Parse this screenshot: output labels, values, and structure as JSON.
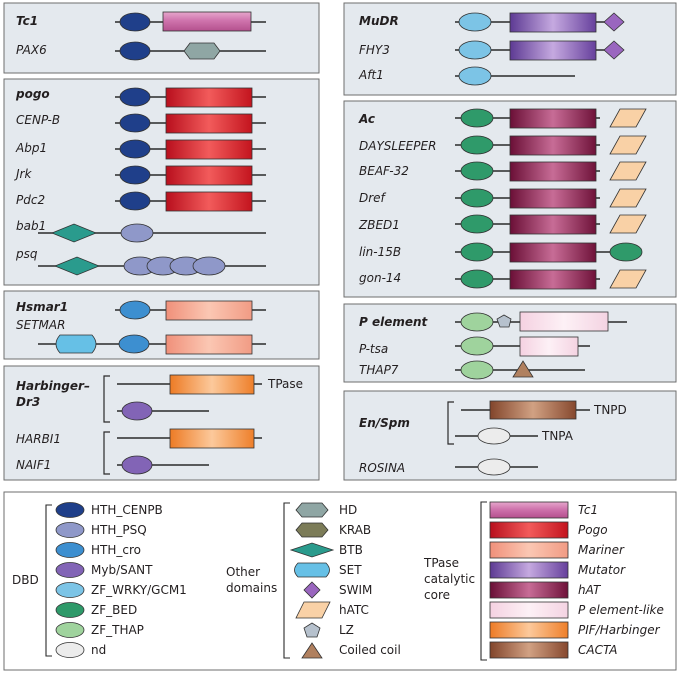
{
  "colors": {
    "panel_fill": "#e4e9ee",
    "panel_stroke": "#6e6e6e",
    "line": "#2a2a2a",
    "HTH_CENPB": "#1f3f8a",
    "HTH_PSQ": "#8f98c9",
    "HTH_cro": "#3d8fd0",
    "Myb_SANT": "#8264b6",
    "ZF_WRKY_GCM1": "#7cc4e6",
    "ZF_BED": "#2f9a6a",
    "ZF_THAP": "#9fd39d",
    "nd": "#ececec",
    "HD": "#8fa6a4",
    "KRAB": "#7c7c58",
    "BTB": "#2a9b8d",
    "SET": "#66c0e6",
    "SWIM": "#9a66bf",
    "hATC": "#f9d1a6",
    "LZ": "#b6c1cd",
    "Coiled_coil": "#b0805f",
    "Tc1": "#cf74ad",
    "Pogo": "#da242d",
    "Mariner": "#f3a58c",
    "Mutator": "#7d55ad",
    "hAT": "#8a1a4a",
    "P_element_like": "#f7dbe8",
    "PIF_Harbinger": "#f08a3c",
    "CACTA": "#98573b"
  },
  "panels": {
    "tc1": {
      "rows": [
        "Tc1",
        "PAX6"
      ]
    },
    "pogo": {
      "rows": [
        "pogo",
        "CENP-B",
        "Abp1",
        "Jrk",
        "Pdc2",
        "bab1",
        "psq"
      ]
    },
    "hsmar": {
      "rows": [
        "Hsmar1",
        "SETMAR"
      ]
    },
    "harb": {
      "title_line1": "Harbinger–",
      "title_line2": "Dr3",
      "rows": [
        "HARBI1",
        "NAIF1"
      ],
      "tpase": "TPase"
    },
    "mudr": {
      "rows": [
        "MuDR",
        "FHY3",
        "Aft1"
      ]
    },
    "ac": {
      "rows": [
        "Ac",
        "DAYSLEEPER",
        "BEAF-32",
        "Dref",
        "ZBED1",
        "lin-15B",
        "gon-14"
      ]
    },
    "pel": {
      "rows": [
        "P element",
        "P-tsa",
        "THAP7"
      ]
    },
    "enspm": {
      "rows": [
        "En/Spm",
        "ROSINA"
      ],
      "tnpd": "TNPD",
      "tnpa": "TNPA"
    }
  },
  "legend": {
    "dbd_label": "DBD",
    "dbd_items": [
      "HTH_CENPB",
      "HTH_PSQ",
      "HTH_cro",
      "Myb/SANT",
      "ZF_WRKY/GCM1",
      "ZF_BED",
      "ZF_THAP",
      "nd"
    ],
    "other_label_1": "Other",
    "other_label_2": "domains",
    "other_items": [
      "HD",
      "KRAB",
      "BTB",
      "SET",
      "SWIM",
      "hATC",
      "LZ",
      "Coiled coil"
    ],
    "tpase_label_1": "TPase",
    "tpase_label_2": "catalytic",
    "tpase_label_3": "core",
    "tpase_items": [
      "Tc1",
      "Pogo",
      "Mariner",
      "Mutator",
      "hAT",
      "P element-like",
      "PIF/Harbinger",
      "CACTA"
    ]
  }
}
